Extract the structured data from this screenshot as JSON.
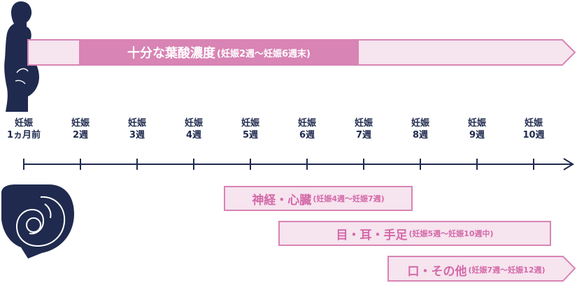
{
  "banner": {
    "main": "十分な葉酸濃度",
    "sub": "(妊娠2週〜妊娠6週末)"
  },
  "weeks": [
    {
      "line1": "妊娠",
      "line2": "1ヵ月前"
    },
    {
      "line1": "妊娠",
      "line2": "2週"
    },
    {
      "line1": "妊娠",
      "line2": "3週"
    },
    {
      "line1": "妊娠",
      "line2": "4週"
    },
    {
      "line1": "妊娠",
      "line2": "5週"
    },
    {
      "line1": "妊娠",
      "line2": "6週"
    },
    {
      "line1": "妊娠",
      "line2": "7週"
    },
    {
      "line1": "妊娠",
      "line2": "8週"
    },
    {
      "line1": "妊娠",
      "line2": "9週"
    },
    {
      "line1": "妊娠",
      "line2": "10週"
    }
  ],
  "periods": [
    {
      "main": "神経・心臓",
      "sub": "(妊娠4週〜妊娠7週)"
    },
    {
      "main": "目・耳・手足",
      "sub": "(妊娠5週〜妊娠10週中)"
    },
    {
      "main": "口・その他",
      "sub": "(妊娠7週〜妊娠12週)"
    }
  ],
  "icons": {
    "pregnant_woman": "pregnant-woman-silhouette-icon",
    "fetus": "fetus-in-womb-icon"
  },
  "colors": {
    "navy": "#1f2a4e",
    "pink": "#d884b4",
    "pink_light": "#f6e4ef",
    "pink_text": "#d36aa8"
  }
}
